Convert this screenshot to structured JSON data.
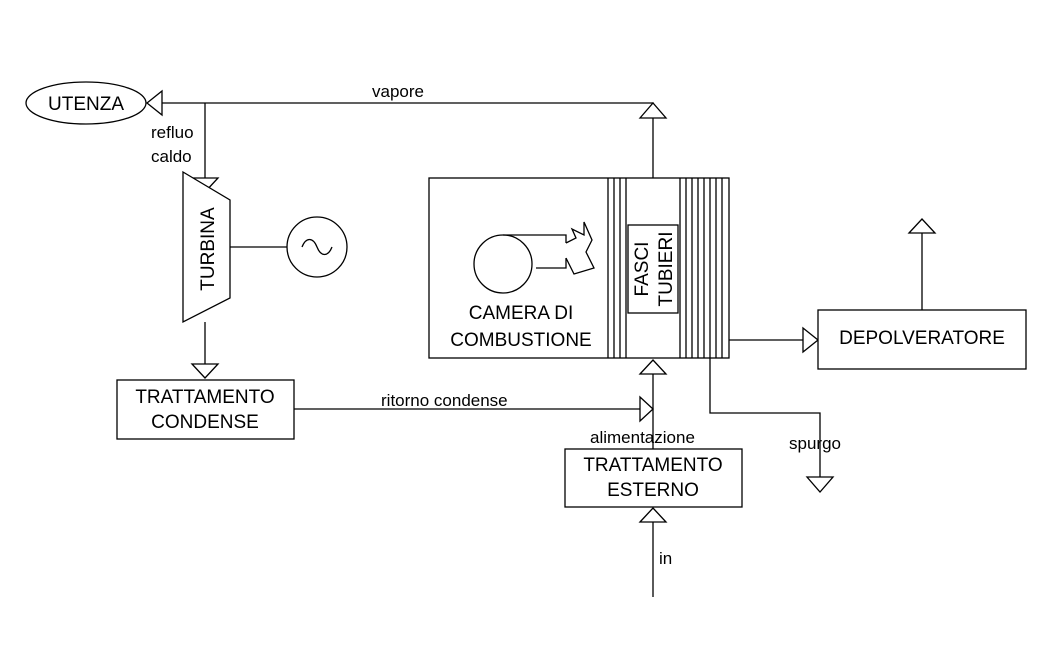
{
  "nodes": {
    "utenza": "UTENZA",
    "turbina": "TURBINA",
    "trattamento_condense": [
      "TRATTAMENTO",
      "CONDENSE"
    ],
    "camera_combustione": [
      "CAMERA DI",
      "COMBUSTIONE"
    ],
    "fasci_tubieri": [
      "FASCI",
      "TUBIERI"
    ],
    "depolveratore": "DEPOLVERATORE",
    "trattamento_esterno": [
      "TRATTAMENTO",
      "ESTERNO"
    ]
  },
  "flows": {
    "vapore": "vapore",
    "refluo_caldo": [
      "refluo",
      "caldo"
    ],
    "ritorno_condense": "ritorno condense",
    "alimentazione": "alimentazione",
    "spurgo": "spurgo",
    "in": "in"
  }
}
